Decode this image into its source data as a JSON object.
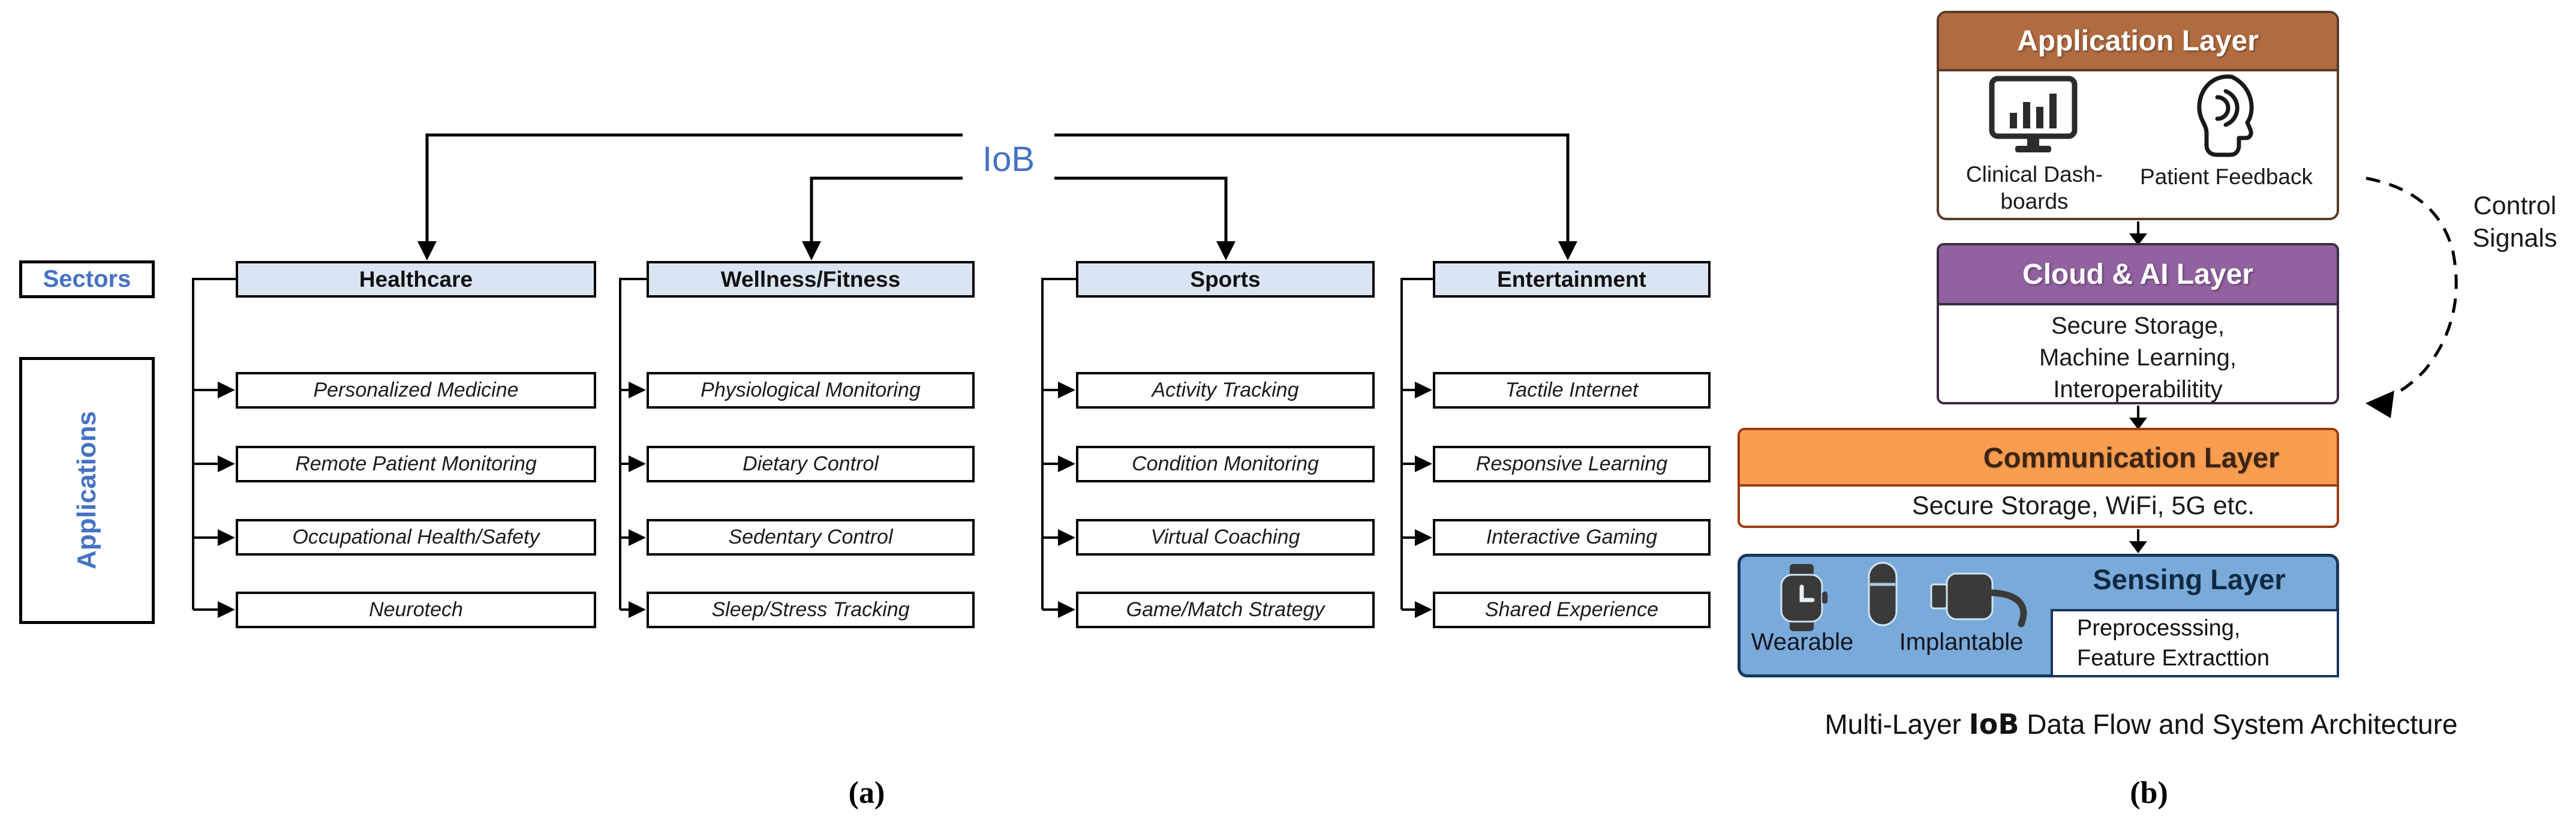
{
  "colors": {
    "node_fill": "#dbe4f2",
    "accent_blue": "#4472c4",
    "application_header": "#b06b40",
    "cloud_header": "#91629f",
    "communication_header": "#f99d51",
    "communication_border": "#9c3a12",
    "sensing_fill": "#79aad9",
    "sensing_border": "#17375e"
  },
  "figure_a": {
    "root_label": "IoB",
    "sectors_label": "Sectors",
    "applications_label": "Applications",
    "columns": [
      {
        "header": "Healthcare",
        "items": [
          "Personalized Medicine",
          "Remote Patient Monitoring",
          "Occupational Health/Safety",
          "Neurotech"
        ]
      },
      {
        "header": "Wellness/Fitness",
        "items": [
          "Physiological Monitoring",
          "Dietary Control",
          "Sedentary Control",
          "Sleep/Stress Tracking"
        ]
      },
      {
        "header": "Sports",
        "items": [
          "Activity Tracking",
          "Condition Monitoring",
          "Virtual Coaching",
          "Game/Match Strategy"
        ]
      },
      {
        "header": "Entertainment",
        "items": [
          "Tactile Internet",
          "Responsive Learning",
          "Interactive Gaming",
          "Shared Experience"
        ]
      }
    ],
    "panel_label": "(a)"
  },
  "figure_b": {
    "application_layer": {
      "title": "Application Layer",
      "item1_line1": "Clinical Dash-",
      "item1_line2": "boards",
      "item2": "Patient Feedback"
    },
    "cloud_layer": {
      "title": "Cloud & AI Layer",
      "line1": "Secure Storage,",
      "line2": "Machine Learning,",
      "line3": "Interoperabilitity"
    },
    "communication_layer": {
      "title": "Communication Layer",
      "body": "Secure Storage, WiFi, 5G etc."
    },
    "sensing_layer": {
      "title": "Sensing Layer",
      "wearable_label": "Wearable",
      "implantable_label": "Implantable",
      "subbox_line1": "Preprocesssing,",
      "subbox_line2": "Feature Extracttion"
    },
    "control_signals_line1": "Control",
    "control_signals_line2": "Signals",
    "caption_prefix": "Multi-Layer ",
    "caption_iob": "IoB",
    "caption_suffix": " Data Flow and System Architecture",
    "panel_label": "(b)"
  }
}
